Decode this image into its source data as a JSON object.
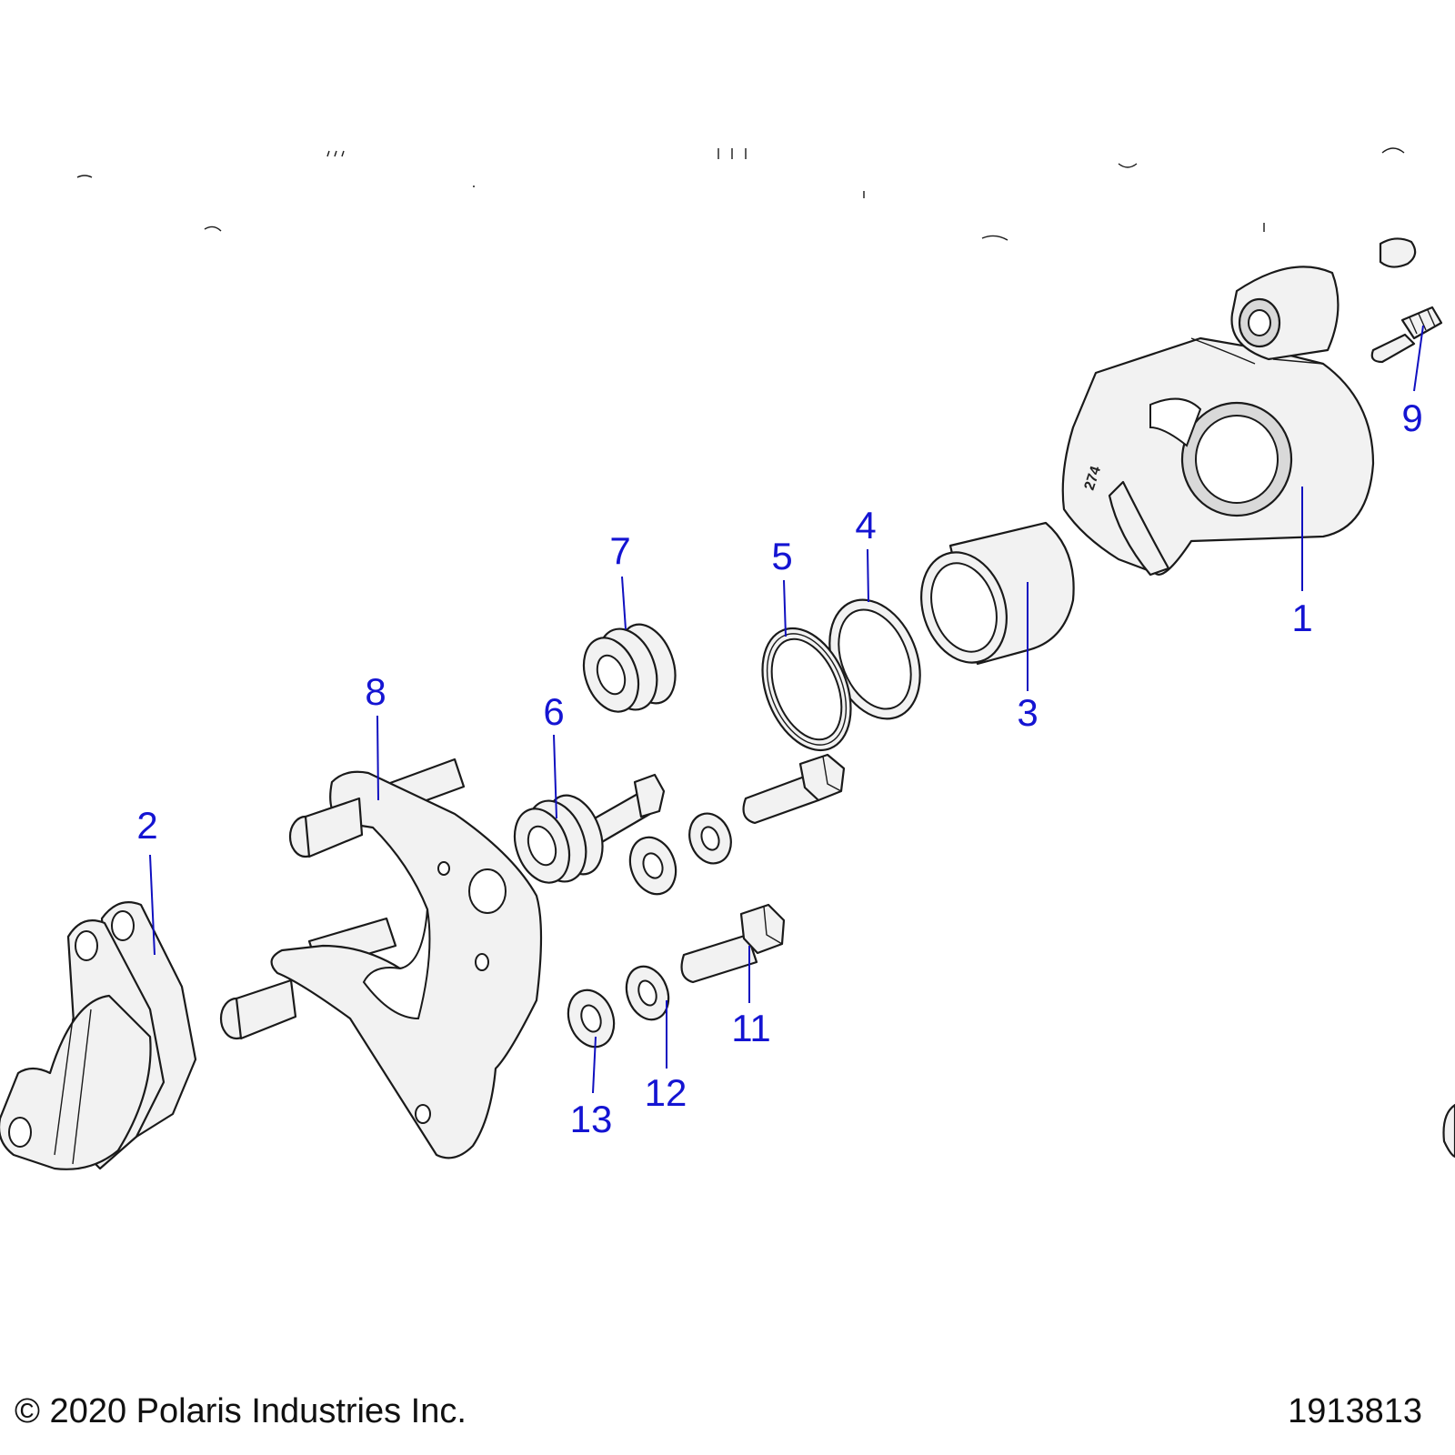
{
  "callouts": {
    "c1": "1",
    "c2": "2",
    "c3": "3",
    "c4": "4",
    "c5": "5",
    "c6": "6",
    "c7": "7",
    "c8": "8",
    "c9": "9",
    "c11": "11",
    "c12": "12",
    "c13": "13"
  },
  "caliper_stamp": "274",
  "footer": {
    "copyright": "© 2020 Polaris Industries Inc.",
    "drawing_number": "1913813"
  }
}
